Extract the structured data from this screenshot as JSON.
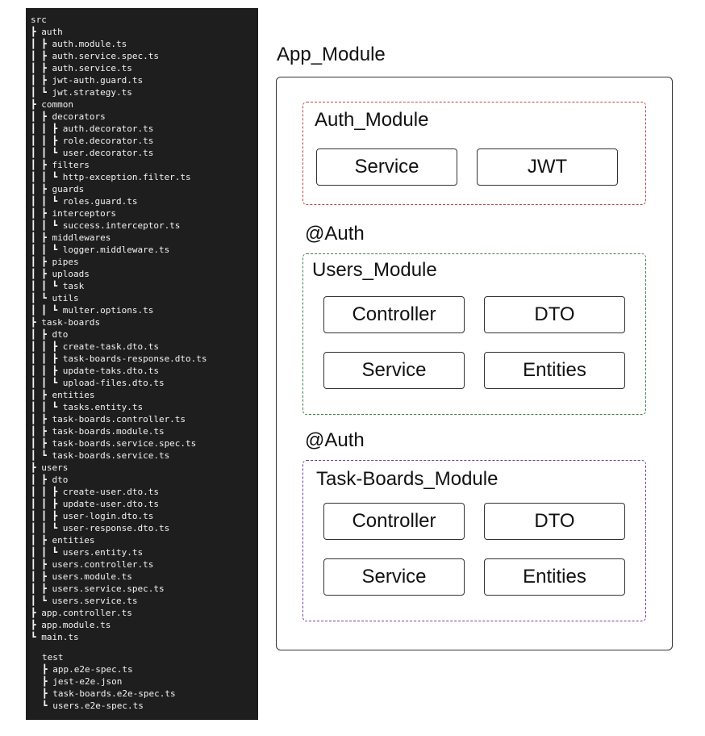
{
  "file_tree": {
    "lines": [
      "src",
      "┣ auth",
      "┃ ┣ auth.module.ts",
      "┃ ┣ auth.service.spec.ts",
      "┃ ┣ auth.service.ts",
      "┃ ┣ jwt-auth.guard.ts",
      "┃ ┗ jwt.strategy.ts",
      "┣ common",
      "┃ ┣ decorators",
      "┃ ┃ ┣ auth.decorator.ts",
      "┃ ┃ ┣ role.decorator.ts",
      "┃ ┃ ┗ user.decorator.ts",
      "┃ ┣ filters",
      "┃ ┃ ┗ http-exception.filter.ts",
      "┃ ┣ guards",
      "┃ ┃ ┗ roles.guard.ts",
      "┃ ┣ interceptors",
      "┃ ┃ ┗ success.interceptor.ts",
      "┃ ┣ middlewares",
      "┃ ┃ ┗ logger.middleware.ts",
      "┃ ┣ pipes",
      "┃ ┣ uploads",
      "┃ ┃ ┗ task",
      "┃ ┗ utils",
      "┃ ┃ ┗ multer.options.ts",
      "┣ task-boards",
      "┃ ┣ dto",
      "┃ ┃ ┣ create-task.dto.ts",
      "┃ ┃ ┣ task-boards-response.dto.ts",
      "┃ ┃ ┣ update-taks.dto.ts",
      "┃ ┃ ┗ upload-files.dto.ts",
      "┃ ┣ entities",
      "┃ ┃ ┗ tasks.entity.ts",
      "┃ ┣ task-boards.controller.ts",
      "┃ ┣ task-boards.module.ts",
      "┃ ┣ task-boards.service.spec.ts",
      "┃ ┗ task-boards.service.ts",
      "┣ users",
      "┃ ┣ dto",
      "┃ ┃ ┣ create-user.dto.ts",
      "┃ ┃ ┣ update-user.dto.ts",
      "┃ ┃ ┣ user-login.dto.ts",
      "┃ ┃ ┗ user-response.dto.ts",
      "┃ ┣ entities",
      "┃ ┃ ┗ users.entity.ts",
      "┃ ┣ users.controller.ts",
      "┃ ┣ users.module.ts",
      "┃ ┣ users.service.spec.ts",
      "┃ ┗ users.service.ts",
      "┣ app.controller.ts",
      "┣ app.module.ts",
      "┗ main.ts"
    ],
    "test_lines": [
      "test",
      "┣ app.e2e-spec.ts",
      "┣ jest-e2e.json",
      "┣ task-boards.e2e-spec.ts",
      "┗ users.e2e-spec.ts"
    ]
  },
  "diagram": {
    "title": "App_Module",
    "auth_module": {
      "title": "Auth_Module",
      "border_color": "#b8474b",
      "components": [
        "Service",
        "JWT"
      ]
    },
    "users_decorator": "@Auth",
    "users_module": {
      "title": "Users_Module",
      "border_color": "#3f7f50",
      "components": [
        "Controller",
        "DTO",
        "Service",
        "Entities"
      ]
    },
    "tasks_decorator": "@Auth",
    "tasks_module": {
      "title": "Task-Boards_Module",
      "border_color": "#7040a0",
      "components": [
        "Controller",
        "DTO",
        "Service",
        "Entities"
      ]
    }
  }
}
